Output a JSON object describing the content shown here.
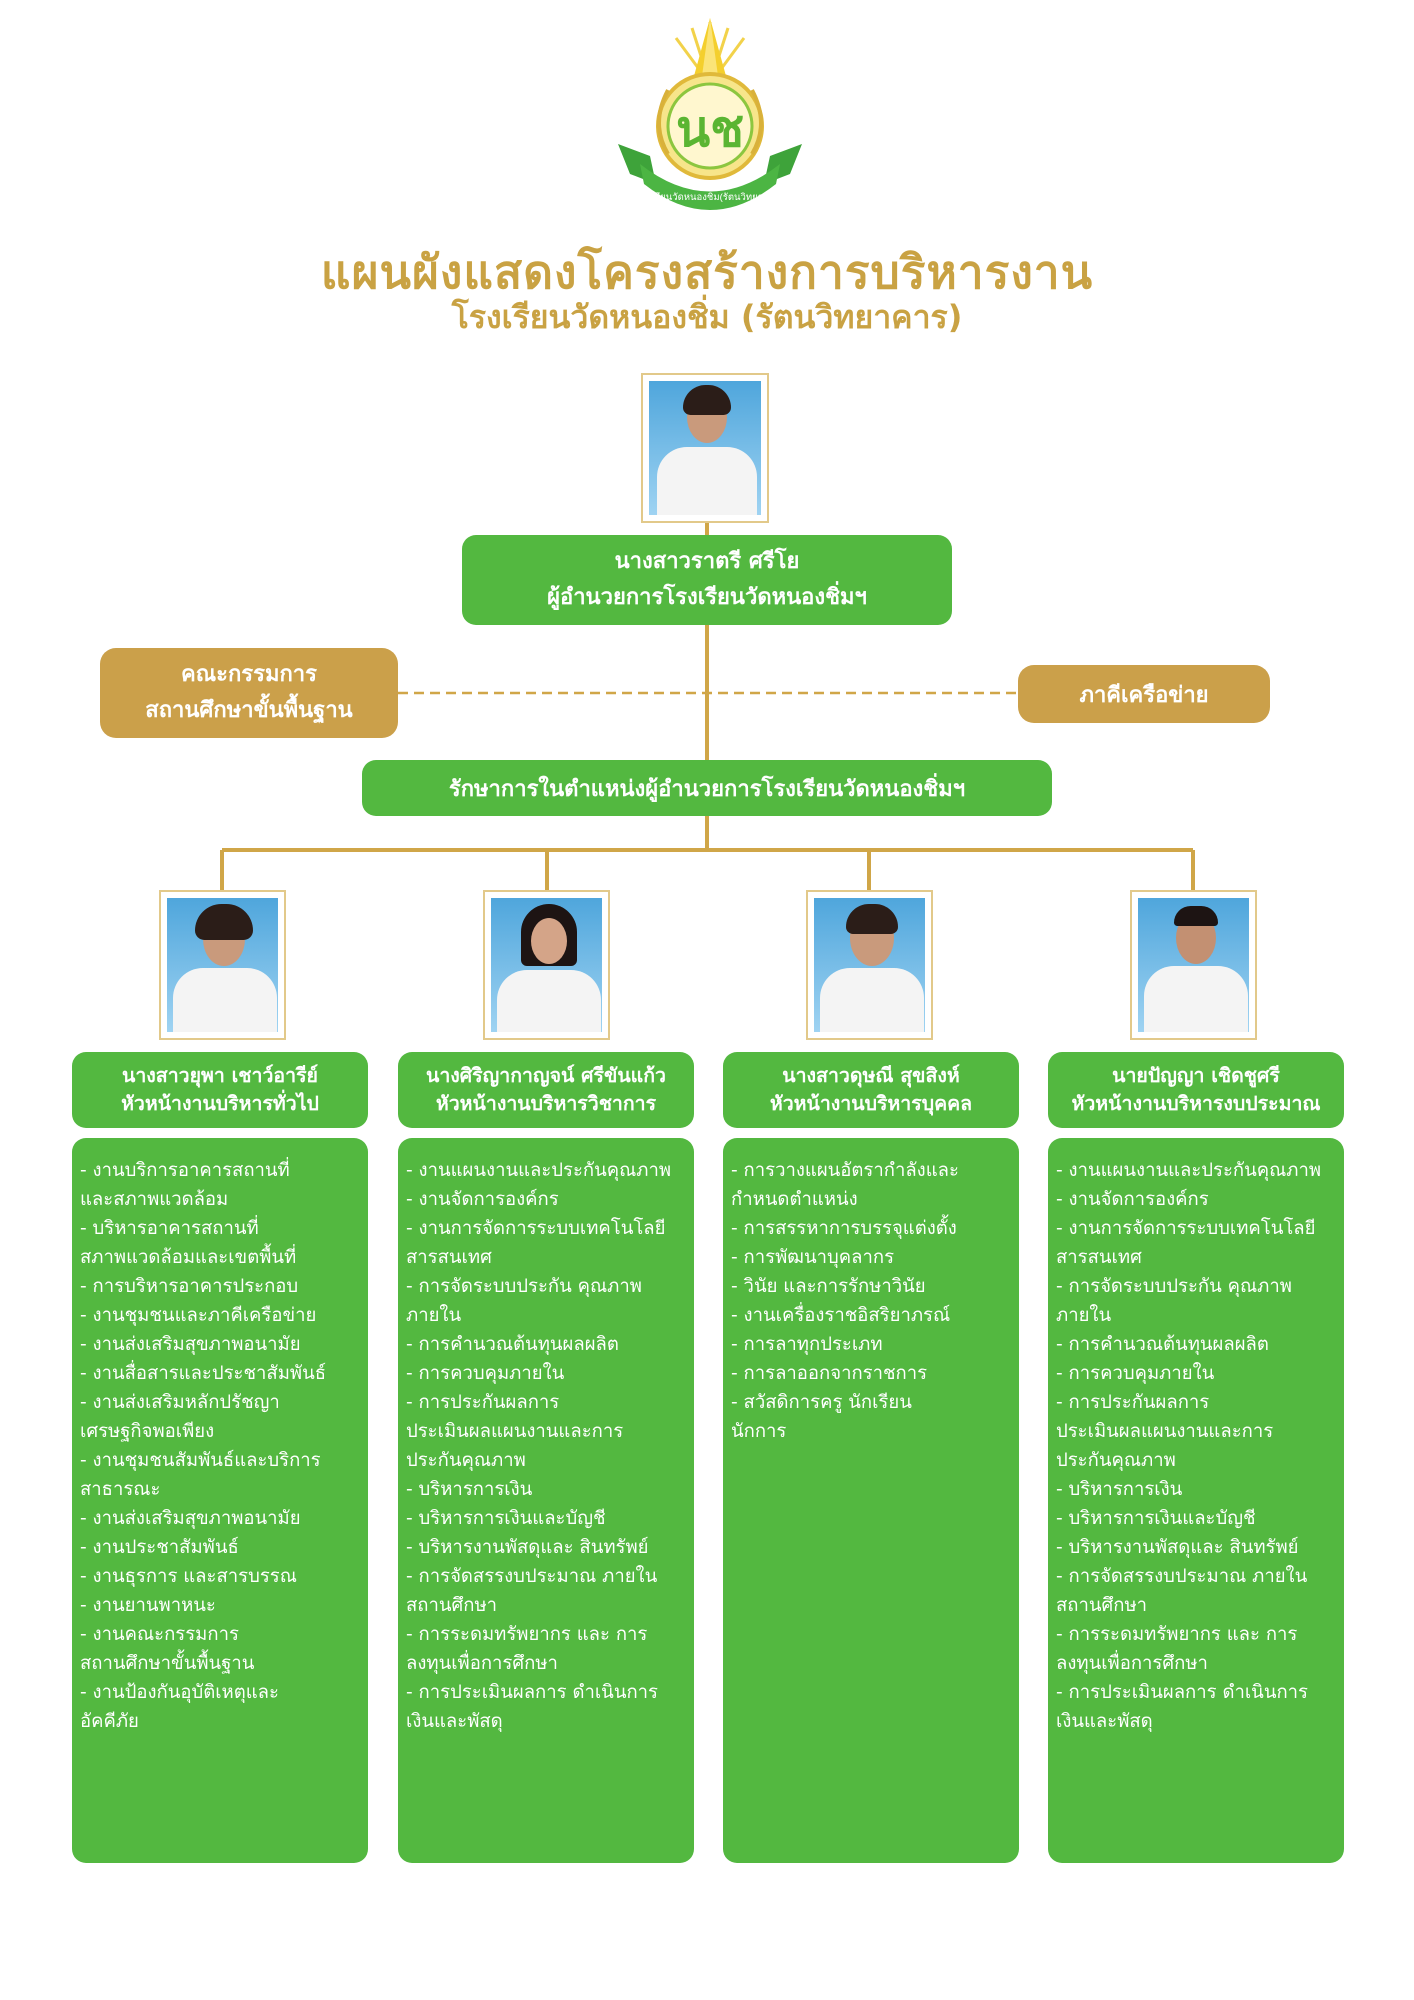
{
  "logo": {
    "text": "โรงเรียนวัดหนองชิ่ม(รัตนวิทยาคาร)",
    "monogram": "นช"
  },
  "title": {
    "line1": "แผนผังแสดงโครงสร้างการบริหารงาน",
    "line2": "โรงเรียนวัดหนองชิ่ม (รัตนวิทยาคาร)"
  },
  "director": {
    "name": "นางสาวราตรี ศรีโย",
    "position": "ผู้อำนวยการโรงเรียนวัดหนองชิ่มฯ"
  },
  "board": {
    "line1": "คณะกรรมการ",
    "line2": "สถานศึกษาขั้นพื้นฐาน"
  },
  "network": {
    "label": "ภาคีเครือข่าย"
  },
  "acting": {
    "label": "รักษาการในตำแหน่งผู้อำนวยการโรงเรียนวัดหนองชิ่มฯ"
  },
  "departments": [
    {
      "name": "นางสาวยุพา เชาว์อารีย์",
      "role": "หัวหน้างานบริหารทั่วไป",
      "items": [
        "- งานบริการอาคารสถานที่",
        "และสภาพแวดล้อม",
        "- บริหารอาคารสถานที่",
        "สภาพแวดล้อมและเขตพื้นที่",
        "- การบริหารอาคารประกอบ",
        "- งานชุมชนและภาคีเครือข่าย",
        "- งานส่งเสริมสุขภาพอนามัย",
        "- งานสื่อสารและประชาสัมพันธ์",
        "- งานส่งเสริมหลักปรัชญา",
        "เศรษฐกิจพอเพียง",
        "- งานชุมชนสัมพันธ์และบริการ",
        "สาธารณะ",
        "- งานส่งเสริมสุขภาพอนามัย",
        "- งานประชาสัมพันธ์",
        "- งานธุรการ และสารบรรณ",
        "- งานยานพาหนะ",
        "- งานคณะกรรมการ",
        "สถานศึกษาขั้นพื้นฐาน",
        "- งานป้องกันอุบัติเหตุและ",
        "อัคคีภัย"
      ]
    },
    {
      "name": "นางศิริญากาญจน์ ศรีขันแก้ว",
      "role": "หัวหน้างานบริหารวิชาการ",
      "items": [
        "- งานแผนงานและประกันคุณภาพ",
        "- งานจัดการองค์กร",
        "- งานการจัดการระบบเทคโนโลยี",
        "สารสนเทศ",
        "- การจัดระบบประกัน คุณภาพ",
        "ภายใน",
        "- การคำนวณต้นทุนผลผลิต",
        "- การควบคุมภายใน",
        "- การประกันผลการ",
        "ประเมินผลแผนงานและการ",
        "ประกันคุณภาพ",
        "- บริหารการเงิน",
        "- บริหารการเงินและบัญชี",
        "- บริหารงานพัสดุและ สินทรัพย์",
        "- การจัดสรรงบประมาณ ภายใน",
        "สถานศึกษา",
        "- การระดมทรัพยากร และ การ",
        "ลงทุนเพื่อการศึกษา",
        "- การประเมินผลการ ดำเนินการ",
        "เงินและพัสดุ"
      ]
    },
    {
      "name": "นางสาวดุษณี สุขสิงห์",
      "role": "หัวหน้างานบริหารบุคคล",
      "items": [
        "- การวางแผนอัตรากำลังและ",
        "กำหนดตำแหน่ง",
        "- การสรรหาการบรรจุแต่งตั้ง",
        "- การพัฒนาบุคลากร",
        "- วินัย และการรักษาวินัย",
        "- งานเครื่องราชอิสริยาภรณ์",
        "- การลาทุกประเภท",
        "- การลาออกจากราชการ",
        "- สวัสดิการครู นักเรียน",
        "นักการ"
      ]
    },
    {
      "name": "นายปัญญา เชิดชูศรี",
      "role": "หัวหน้างานบริหารงบประมาณ",
      "items": [
        "- งานแผนงานและประกันคุณภาพ",
        "- งานจัดการองค์กร",
        "- งานการจัดการระบบเทคโนโลยี",
        "สารสนเทศ",
        "- การจัดระบบประกัน คุณภาพ",
        "ภายใน",
        "- การคำนวณต้นทุนผลผลิต",
        "- การควบคุมภายใน",
        "- การประกันผลการ",
        "ประเมินผลแผนงานและการ",
        "ประกันคุณภาพ",
        "- บริหารการเงิน",
        "- บริหารการเงินและบัญชี",
        "- บริหารงานพัสดุและ สินทรัพย์",
        "- การจัดสรรงบประมาณ ภายใน",
        "สถานศึกษา",
        "- การระดมทรัพยากร และ การ",
        "ลงทุนเพื่อการศึกษา",
        "- การประเมินผลการ ดำเนินการ",
        "เงินและพัสดุ"
      ]
    }
  ],
  "colors": {
    "green": "#53b840",
    "gold": "#cba04a",
    "title_gold": "#c9a243",
    "line": "#d0a648"
  }
}
